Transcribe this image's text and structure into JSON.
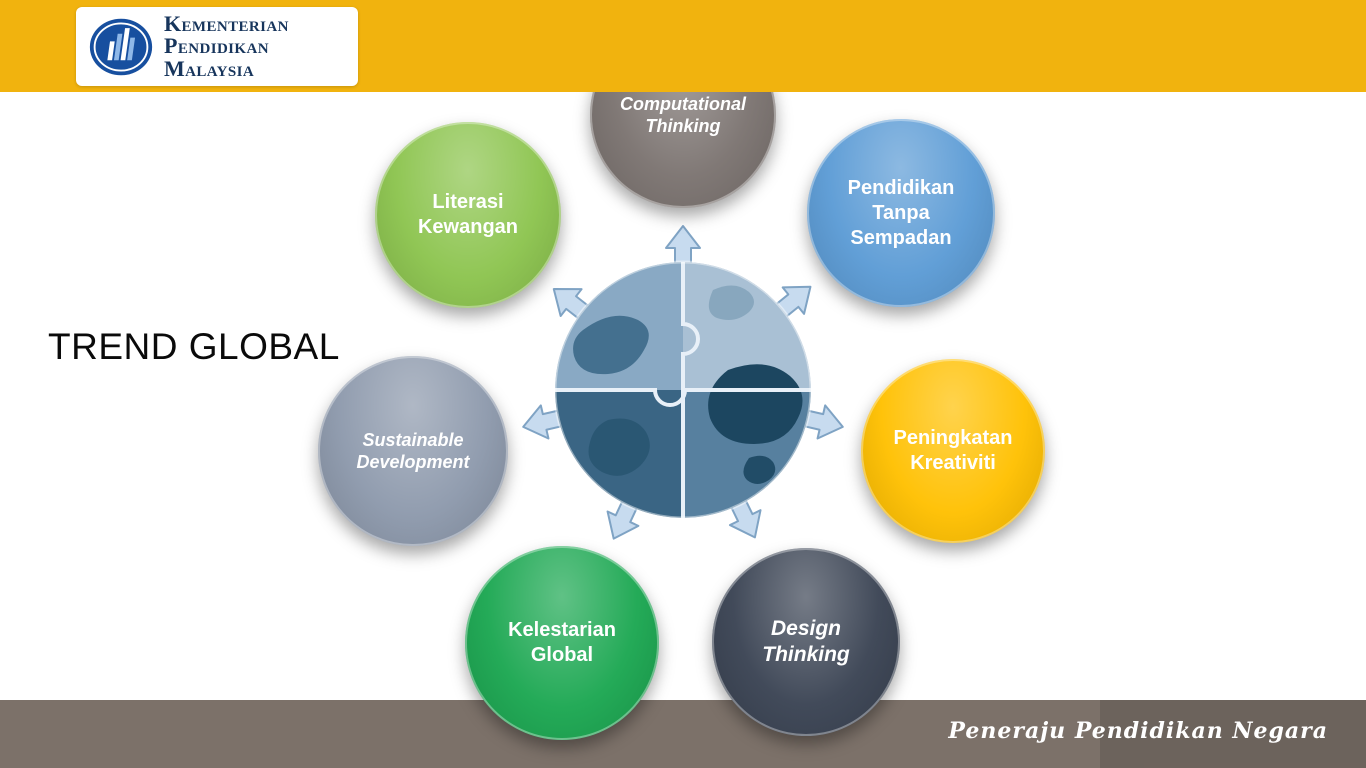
{
  "header": {
    "bar_color": "#F1B30E",
    "logo": {
      "emblem_icon": "kpm-emblem",
      "line1": "Kementerian",
      "line2": "Pendidikan",
      "line3": "Malaysia"
    }
  },
  "slide": {
    "title": "TREND GLOBAL"
  },
  "diagram": {
    "center_icon": "globe-puzzle",
    "arrow_icon": "radial-arrow",
    "arrow_color": "#C7DBEF",
    "nodes": [
      {
        "label": "Computational Thinking",
        "color": "#7B7370",
        "style": "bold-italic"
      },
      {
        "label": "Pendidikan Tanpa Sempadan",
        "color": "#5B9BD5",
        "style": "bold"
      },
      {
        "label": "Peningkatan Kreativiti",
        "color": "#FFC000",
        "style": "bold"
      },
      {
        "label": "Design Thinking",
        "color": "#3A4353",
        "style": "bold-italic"
      },
      {
        "label": "Kelestarian Global",
        "color": "#1BA751",
        "style": "bold"
      },
      {
        "label": "Sustainable Development",
        "color": "#8D99AC",
        "style": "bold-italic"
      },
      {
        "label": "Literasi Kewangan",
        "color": "#8CC44E",
        "style": "bold"
      }
    ]
  },
  "footer": {
    "bar_color": "#7C7169",
    "tagline": "Peneraju Pendidikan Negara"
  }
}
